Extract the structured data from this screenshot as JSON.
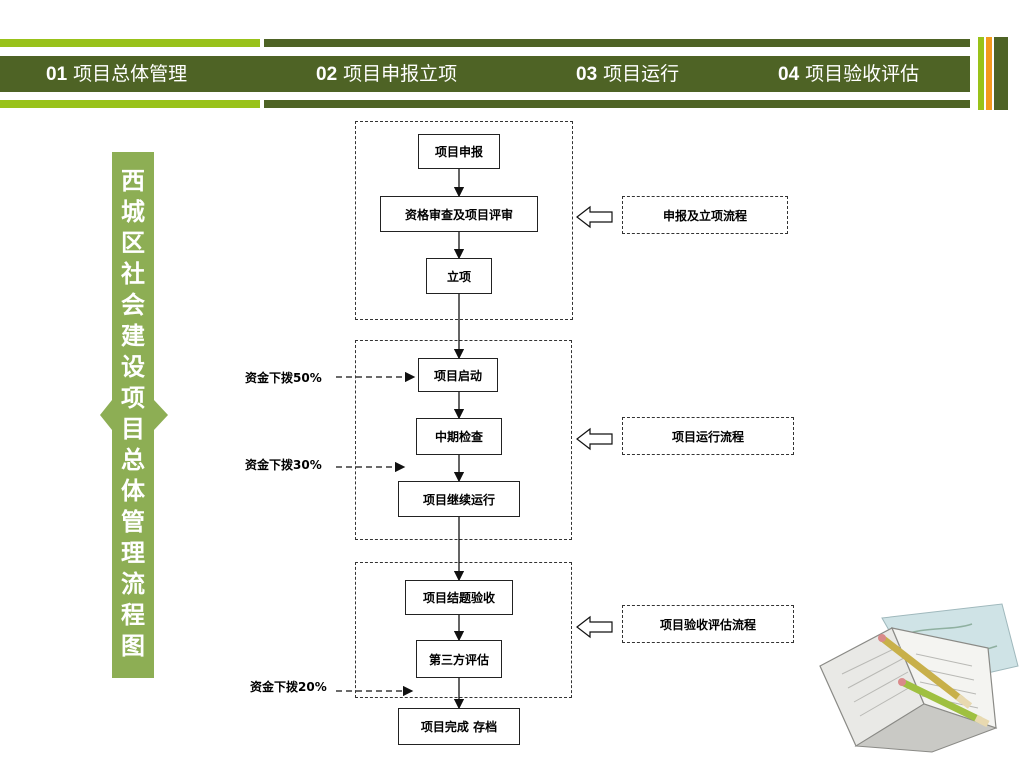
{
  "nav": {
    "items": [
      {
        "num": "01",
        "label": "项目总体管理"
      },
      {
        "num": "02",
        "label": "项目申报立项"
      },
      {
        "num": "03",
        "label": "项目运行"
      },
      {
        "num": "04",
        "label": "项目验收评估"
      }
    ]
  },
  "side_title": "西城区社会建设项目总体管理流程图",
  "steps": {
    "s1": "项目申报",
    "s2": "资格审查及项目评审",
    "s3": "立项",
    "s4": "项目启动",
    "s5": "中期检查",
    "s6": "项目继续运行",
    "s7": "项目结题验收",
    "s8": "第三方评估",
    "s9": "项目完成 存档"
  },
  "phases": {
    "p1": "申报及立项流程",
    "p2": "项目运行流程",
    "p3": "项目验收评估流程"
  },
  "funds": {
    "f1": "资金下拨50%",
    "f2": "资金下拨30%",
    "f3": "资金下拨20%"
  },
  "colors": {
    "accent_light": "#99c21a",
    "accent_dark": "#4e6325",
    "side_panel": "#8dae54",
    "corner_orange": "#f39a1e"
  }
}
